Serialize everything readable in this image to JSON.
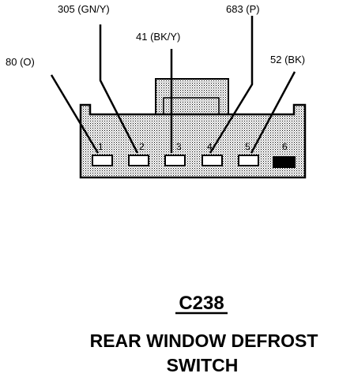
{
  "connector": {
    "id": "C238",
    "name_line1": "REAR WINDOW DEFROST",
    "name_line2": "SWITCH"
  },
  "wires": [
    {
      "label": "80 (O)",
      "pin": "1"
    },
    {
      "label": "305 (GN/Y)",
      "pin": "2"
    },
    {
      "label": "41 (BK/Y)",
      "pin": "3"
    },
    {
      "label": "683 (P)",
      "pin": "4"
    },
    {
      "label": "52 (BK)",
      "pin": "5"
    }
  ],
  "pins": [
    "1",
    "2",
    "3",
    "4",
    "5",
    "6"
  ],
  "colors": {
    "ink": "#000000",
    "shading": "#c8c8c8",
    "background": "#ffffff"
  }
}
